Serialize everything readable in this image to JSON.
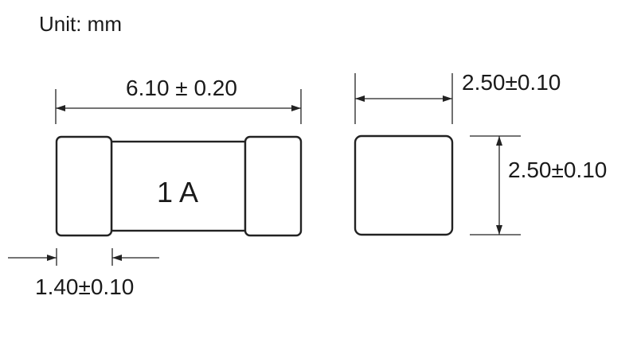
{
  "unit_label": "Unit: mm",
  "front_view": {
    "length_dim": "6.10 ± 0.20",
    "marking": "1 A",
    "cap_dim": "1.40±0.10"
  },
  "side_view": {
    "width_dim": "2.50±0.10",
    "height_dim": "2.50±0.10"
  }
}
